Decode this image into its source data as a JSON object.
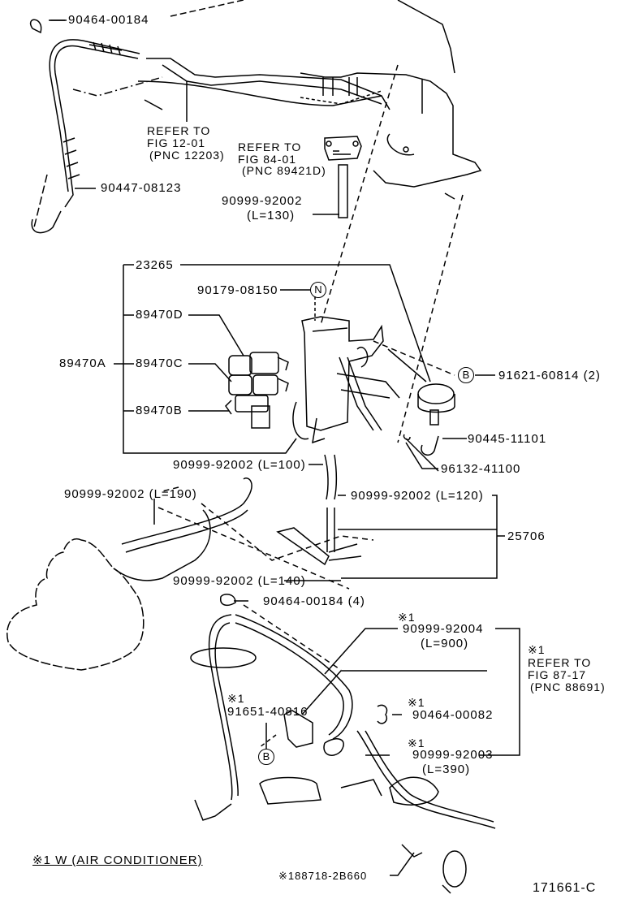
{
  "diagram": {
    "figure_id": "171661-C",
    "legend": "※1 W (AIR CONDITIONER)",
    "parts": {
      "p_90464_00184_top": "90464-00184",
      "p_90447_08123": "90447-08123",
      "p_90999_92002_l130_a": "90999-92002",
      "p_90999_92002_l130_b": "(L=130)",
      "p_23265": "23265",
      "p_90179_08150": "90179-08150",
      "p_89470d": "89470D",
      "p_89470a": "89470A",
      "p_89470c": "89470C",
      "p_89470b": "89470B",
      "p_91621_60814": "91621-60814 (2)",
      "p_90445_11101": "90445-11101",
      "p_96132_41100": "96132-41100",
      "p_90999_92002_l100": "90999-92002 (L=100)",
      "p_90999_92002_l190": "90999-92002 (L=190)",
      "p_90999_92002_l120": "90999-92002 (L=120)",
      "p_25706": "25706",
      "p_90999_92002_l140": "90999-92002 (L=140)",
      "p_90464_00184_4": "90464-00184 (4)",
      "p_90999_92004_a": "90999-92004",
      "p_90999_92004_b": "(L=900)",
      "p_91651_40816": "91651-40816",
      "p_90464_00082": "90464-00082",
      "p_90999_92003_a": "90999-92003",
      "p_90999_92003_b": "(L=390)",
      "p_188718_2b660": "※188718-2B660"
    },
    "marks": {
      "star1": "※1"
    },
    "refs": {
      "ref_12_01": [
        "REFER TO",
        "FIG 12-01",
        "(PNC 12203)"
      ],
      "ref_84_01": [
        "REFER TO",
        "FIG 84-01",
        "(PNC 89421D)"
      ],
      "ref_87_17": [
        "REFER TO",
        "FIG 87-17",
        "(PNC 88691)"
      ]
    },
    "callouts": {
      "n": "N",
      "b": "B"
    }
  }
}
